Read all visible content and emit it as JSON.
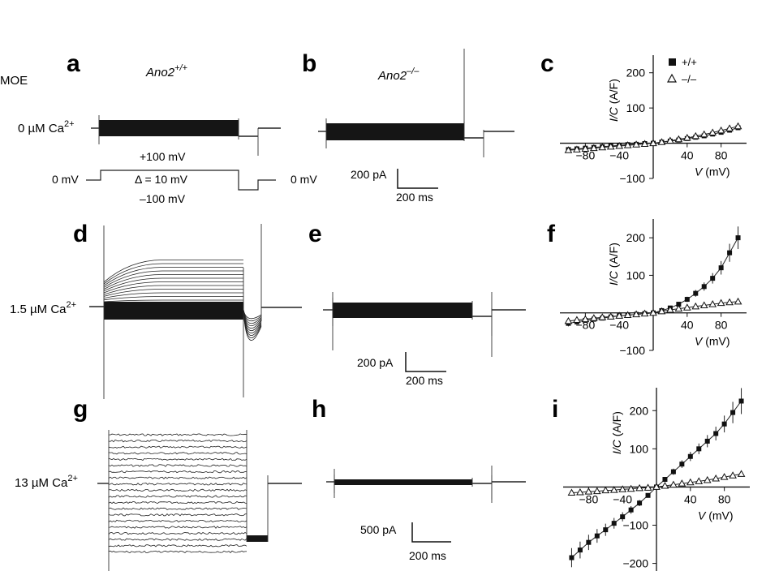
{
  "panels": {
    "a": "a",
    "b": "b",
    "c": "c",
    "d": "d",
    "e": "e",
    "f": "f",
    "g": "g",
    "h": "h",
    "i": "i"
  },
  "tissue": "MOE",
  "genotypes": {
    "a_base": "Ano2",
    "a_sup": "+/+",
    "b_base": "Ano2",
    "b_sup": "–/–"
  },
  "conditions": {
    "row1": {
      "base": "0 µM Ca",
      "sup": "2+"
    },
    "row2": {
      "base": "1.5 µM Ca",
      "sup": "2+"
    },
    "row3": {
      "base": "13 µM Ca",
      "sup": "2+"
    }
  },
  "protocol": {
    "top": "+100 mV",
    "step": "Δ = 10 mV",
    "bottom": "–100 mV",
    "left": "0 mV",
    "right": "0 mV"
  },
  "scalebars": {
    "row1": {
      "current": "200 pA",
      "time": "200 ms"
    },
    "row2": {
      "current": "200 pA",
      "time": "200 ms"
    },
    "row3": {
      "current": "500 pA",
      "time": "200 ms"
    }
  },
  "legend": {
    "wt": "+/+",
    "ko": "–/–"
  },
  "chart_data": [
    {
      "panel": "c",
      "type": "scatter",
      "ylabel_i": "I/C",
      "ylabel_unit": "(A/F)",
      "xlabel_v": "V",
      "xlabel_unit": "(mV)",
      "xlim": [
        -110,
        110
      ],
      "ylim": [
        -100,
        250
      ],
      "xticks": [
        -80,
        -40,
        40,
        80
      ],
      "yticks": [
        -100,
        100,
        200
      ],
      "series": [
        {
          "name": "+/+",
          "marker": "square",
          "x": [
            -100,
            -90,
            -80,
            -70,
            -60,
            -50,
            -40,
            -30,
            -20,
            -10,
            0,
            10,
            20,
            30,
            40,
            50,
            60,
            70,
            80,
            90,
            100
          ],
          "y": [
            -18,
            -16,
            -14,
            -12,
            -10,
            -8,
            -6,
            -4,
            -3,
            -1,
            0,
            3,
            6,
            9,
            13,
            17,
            21,
            26,
            31,
            37,
            44
          ]
        },
        {
          "name": "–/–",
          "marker": "triangle",
          "x": [
            -100,
            -90,
            -80,
            -70,
            -60,
            -50,
            -40,
            -30,
            -20,
            -10,
            0,
            10,
            20,
            30,
            40,
            50,
            60,
            70,
            80,
            90,
            100
          ],
          "y": [
            -20,
            -18,
            -16,
            -14,
            -12,
            -10,
            -8,
            -6,
            -4,
            -2,
            0,
            3,
            7,
            11,
            15,
            20,
            25,
            30,
            36,
            42,
            48
          ]
        }
      ]
    },
    {
      "panel": "f",
      "type": "scatter",
      "ylabel_i": "I/C",
      "ylabel_unit": "(A/F)",
      "xlabel_v": "V",
      "xlabel_unit": "(mV)",
      "xlim": [
        -110,
        110
      ],
      "ylim": [
        -100,
        250
      ],
      "xticks": [
        -80,
        -40,
        40,
        80
      ],
      "yticks": [
        -100,
        100,
        200
      ],
      "series": [
        {
          "name": "+/+",
          "marker": "square",
          "x": [
            -100,
            -90,
            -80,
            -70,
            -60,
            -50,
            -40,
            -30,
            -20,
            -10,
            0,
            10,
            20,
            30,
            40,
            50,
            60,
            70,
            80,
            90,
            100
          ],
          "y": [
            -28,
            -24,
            -20,
            -17,
            -14,
            -11,
            -8,
            -6,
            -4,
            -2,
            0,
            6,
            13,
            23,
            36,
            52,
            70,
            92,
            120,
            160,
            200
          ],
          "err": [
            8,
            7,
            6,
            5,
            5,
            4,
            4,
            3,
            3,
            2,
            0,
            3,
            4,
            5,
            7,
            9,
            11,
            14,
            18,
            24,
            30
          ]
        },
        {
          "name": "–/–",
          "marker": "triangle",
          "x": [
            -100,
            -90,
            -80,
            -70,
            -60,
            -50,
            -40,
            -30,
            -20,
            -10,
            0,
            10,
            20,
            30,
            40,
            50,
            60,
            70,
            80,
            90,
            100
          ],
          "y": [
            -22,
            -19,
            -17,
            -14,
            -12,
            -10,
            -8,
            -6,
            -4,
            -2,
            0,
            4,
            8,
            11,
            14,
            17,
            20,
            23,
            26,
            28,
            30
          ],
          "err": [
            5,
            4,
            4,
            3,
            3,
            3,
            2,
            2,
            2,
            1,
            0,
            2,
            2,
            3,
            3,
            4,
            4,
            5,
            5,
            6,
            6
          ]
        }
      ]
    },
    {
      "panel": "i",
      "type": "scatter",
      "ylabel_i": "I/C",
      "ylabel_unit": "(A/F)",
      "xlabel_v": "V",
      "xlabel_unit": "(mV)",
      "xlim": [
        -110,
        110
      ],
      "ylim": [
        -220,
        260
      ],
      "xticks": [
        -80,
        -40,
        40,
        80
      ],
      "yticks": [
        -200,
        -100,
        100,
        200
      ],
      "series": [
        {
          "name": "+/+",
          "marker": "square",
          "x": [
            -100,
            -90,
            -80,
            -70,
            -60,
            -50,
            -40,
            -30,
            -20,
            -10,
            0,
            10,
            20,
            30,
            40,
            50,
            60,
            70,
            80,
            90,
            100
          ],
          "y": [
            -185,
            -165,
            -145,
            -128,
            -112,
            -95,
            -78,
            -60,
            -42,
            -22,
            0,
            20,
            40,
            60,
            80,
            100,
            120,
            140,
            165,
            195,
            225
          ],
          "err": [
            25,
            22,
            20,
            18,
            16,
            14,
            12,
            10,
            8,
            5,
            0,
            5,
            8,
            10,
            12,
            14,
            16,
            18,
            22,
            28,
            34
          ]
        },
        {
          "name": "–/–",
          "marker": "triangle",
          "x": [
            -100,
            -90,
            -80,
            -70,
            -60,
            -50,
            -40,
            -30,
            -20,
            -10,
            0,
            10,
            20,
            30,
            40,
            50,
            60,
            70,
            80,
            90,
            100
          ],
          "y": [
            -15,
            -14,
            -12,
            -11,
            -9,
            -8,
            -6,
            -5,
            -3,
            -2,
            0,
            3,
            6,
            9,
            12,
            15,
            18,
            22,
            26,
            30,
            34
          ],
          "err": [
            4,
            4,
            3,
            3,
            3,
            2,
            2,
            2,
            2,
            1,
            0,
            1,
            2,
            2,
            2,
            3,
            3,
            3,
            4,
            4,
            5
          ]
        }
      ]
    }
  ]
}
